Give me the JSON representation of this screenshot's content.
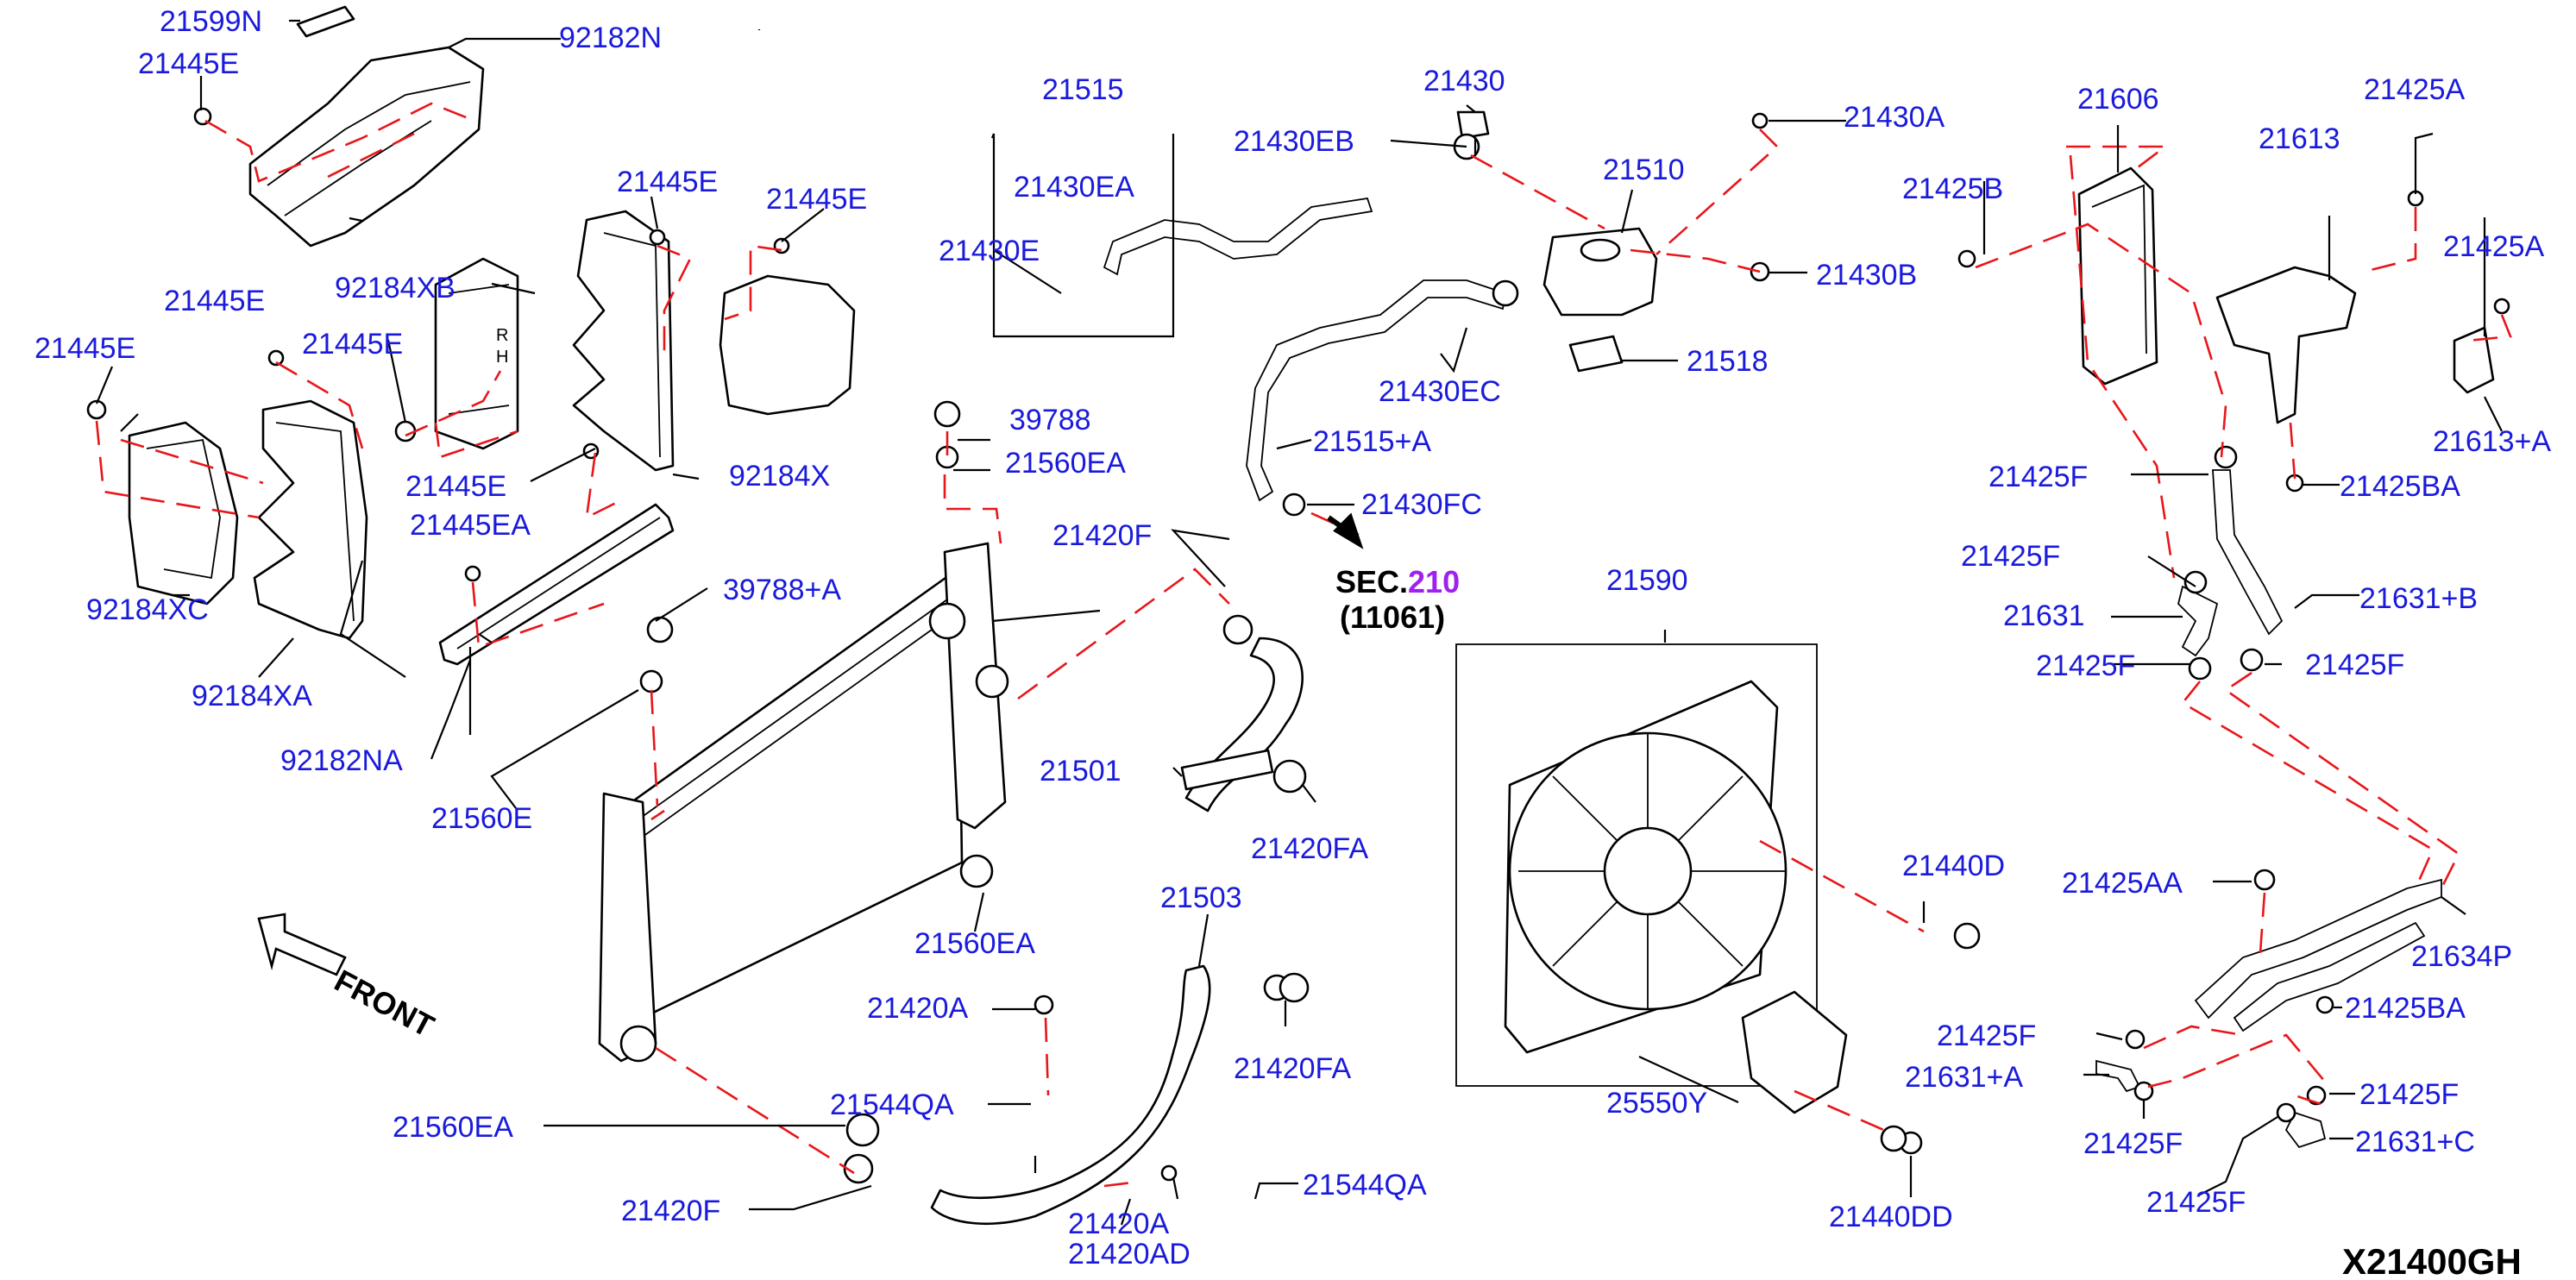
{
  "diagram_code": "X21400GH",
  "front_label": "FRONT",
  "sec_ref": {
    "prefix": "SEC.",
    "number": "210",
    "sub": "(11061)"
  },
  "colors": {
    "part_label": "#1a1adc",
    "dash_line": "#e8161b",
    "sec_number": "#a020f0"
  },
  "labels": {
    "p21599N": "21599N",
    "p92182N": "92182N",
    "p21445E_a": "21445E",
    "p21515": "21515",
    "p21430EA": "21430EA",
    "p21430E": "21430E",
    "p21430EB": "21430EB",
    "p21430": "21430",
    "p21430A": "21430A",
    "p21510": "21510",
    "p21430B": "21430B",
    "p21518": "21518",
    "p21430EC": "21430EC",
    "p21515A": "21515+A",
    "p21430FC": "21430FC",
    "p21606": "21606",
    "p21425A_a": "21425A",
    "p21613": "21613",
    "p21425B": "21425B",
    "p21425A_b": "21425A",
    "p21613A": "21613+A",
    "p21425BA_a": "21425BA",
    "p21425F_a": "21425F",
    "p21425F_b": "21425F",
    "p21631B": "21631+B",
    "p21631": "21631",
    "p21425F_c": "21425F",
    "p21425F_d": "21425F",
    "p21445E_b": "21445E",
    "p21445E_c": "21445E",
    "p92184XB": "92184XB",
    "p21445E_d": "21445E",
    "p21445E_e": "21445E",
    "p21445E_f": "21445E",
    "p21445E_g": "21445E",
    "p92184X": "92184X",
    "p21445EA": "21445EA",
    "p92184XC": "92184XC",
    "p92184XA": "92184XA",
    "p92182NA": "92182NA",
    "p39788": "39788",
    "p21560EA_a": "21560EA",
    "p39788A": "39788+A",
    "p21420F_a": "21420F",
    "p21560E": "21560E",
    "p21501": "21501",
    "p21420FA_a": "21420FA",
    "p21590": "21590",
    "p21440D": "21440D",
    "p21425AA": "21425AA",
    "p21634P": "21634P",
    "p21560EA_b": "21560EA",
    "p21503": "21503",
    "p21420A_a": "21420A",
    "p21420FA_b": "21420FA",
    "p21544QA_a": "21544QA",
    "p21560EA_c": "21560EA",
    "p25550Y": "25550Y",
    "p21425BA_b": "21425BA",
    "p21425F_e": "21425F",
    "p21631A": "21631+A",
    "p21425F_f": "21425F",
    "p21425F_g": "21425F",
    "p21631C": "21631+C",
    "p21425F_h": "21425F",
    "p21544QA_b": "21544QA",
    "p21420F_b": "21420F",
    "p21420A_b": "21420A",
    "p21420AD": "21420AD",
    "p21440DD": "21440DD"
  }
}
